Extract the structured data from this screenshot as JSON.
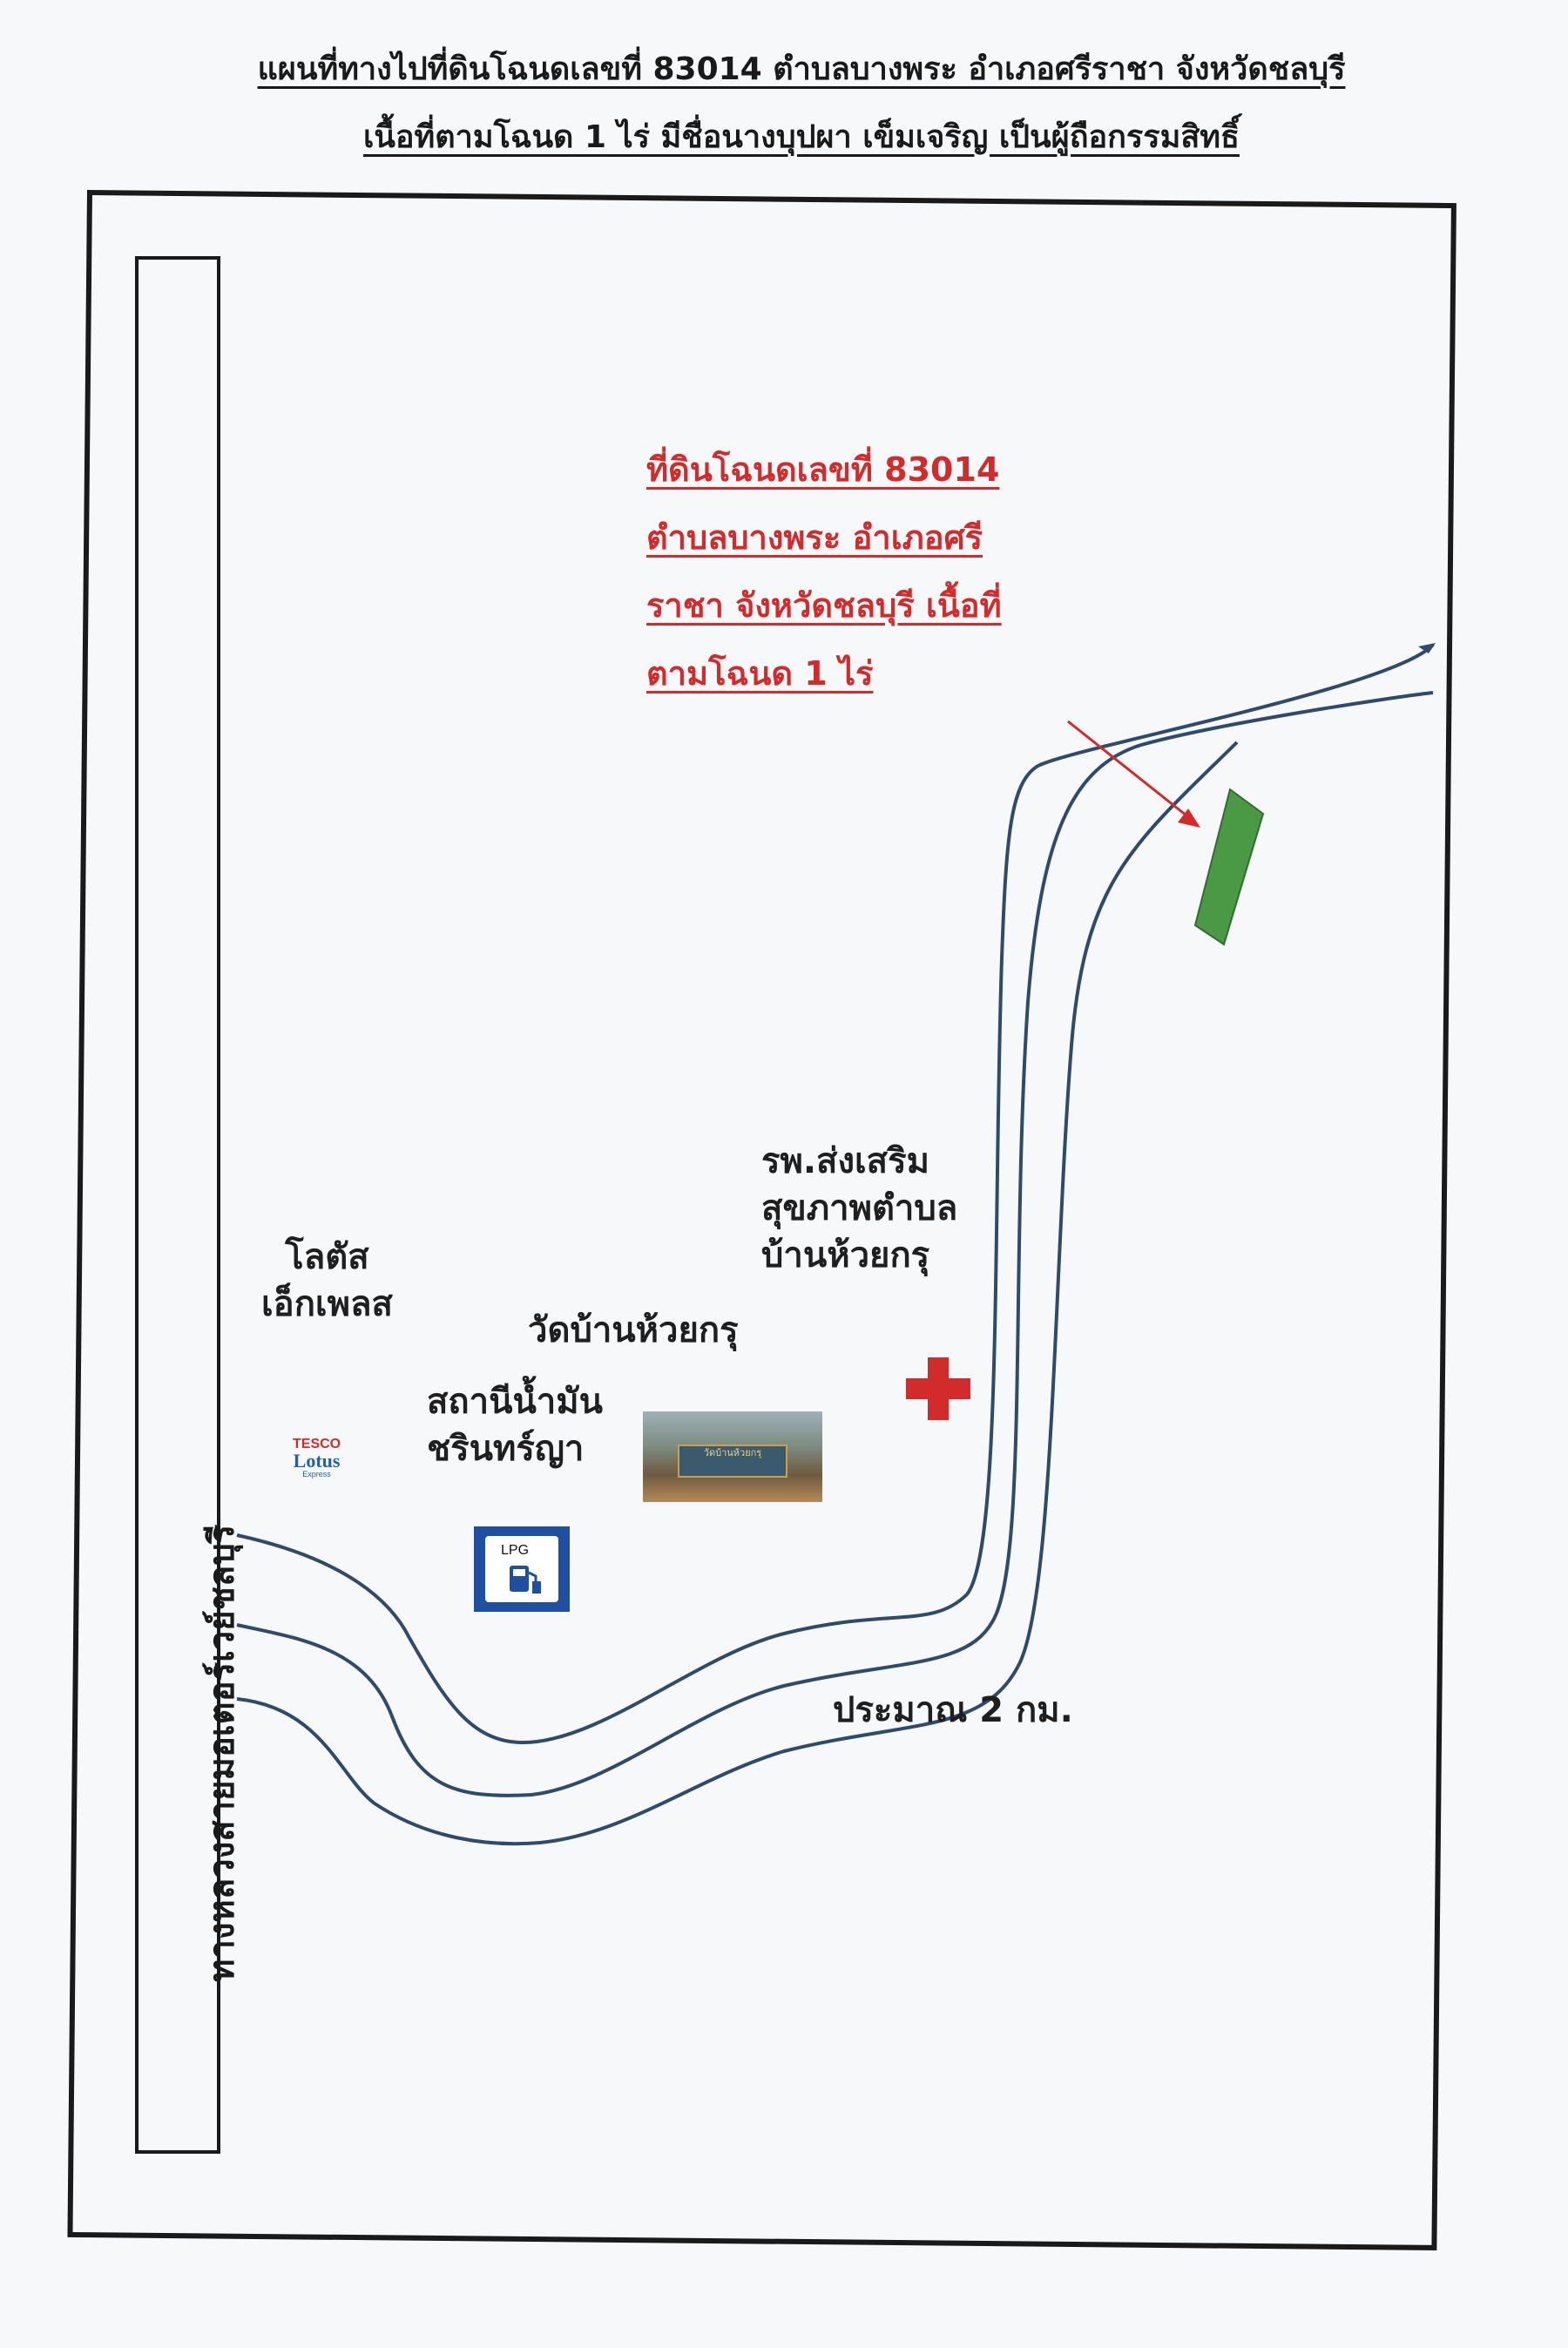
{
  "header": {
    "title_line1": "แผนที่ทางไปที่ดินโฉนดเลขที่ 83014 ตำบลบางพระ อำเภอศรีราชา จังหวัดชลบุรี",
    "title_line2": "เนื้อที่ตามโฉนด 1 ไร่ มีชื่อนางบุปผา เข็มเจริญ เป็นผู้ถือกรรมสิทธิ์"
  },
  "target": {
    "lines": [
      "ที่ดินโฉนดเลขที่ 83014",
      "ตำบลบางพระ อำเภอศรี",
      "ราชา จังหวัดชลบุรี เนื้อที่",
      "ตามโฉนด 1 ไร่"
    ],
    "plot_color": "#4a9a45",
    "arrow_color": "#d12b2b"
  },
  "landmarks": {
    "hospital": [
      "รพ.ส่งเสริม",
      "สุขภาพตำบล",
      "บ้านห้วยกรุ"
    ],
    "lotus": [
      "โลตัส",
      "เอ็กเพลส"
    ],
    "temple": "วัดบ้านห้วยกรุ",
    "gas_station": [
      "สถานีน้ำมัน",
      "ชรินทร์ญา"
    ],
    "distance": "ประมาณ 2 กม.",
    "highway": "ทางหลวงสายมอเตอร์เวย์ชลบุรี"
  },
  "logos": {
    "tesco": [
      "TESCO",
      "Lotus",
      "Express"
    ],
    "lpg": "LPG",
    "temple_sign": "วัดบ้านห้วยกรุ"
  },
  "colors": {
    "road": "#2f4a6a",
    "hospital_cross": "#d12b2b",
    "title_red": "#d12b2b"
  }
}
